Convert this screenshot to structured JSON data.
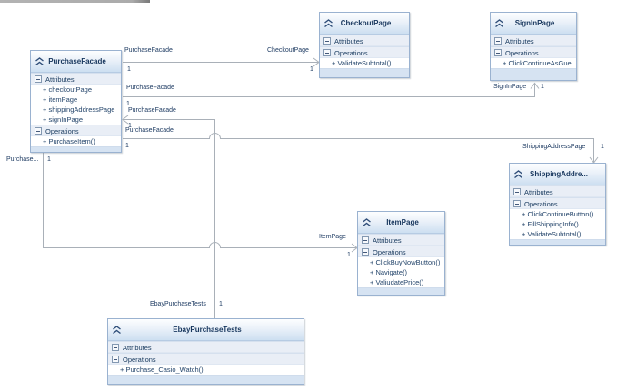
{
  "labels": {
    "attributes": "Attributes",
    "operations": "Operations"
  },
  "colors": {
    "box_border": "#9ab2d0",
    "header_fill": "#cddff1",
    "section_fill": "#e9eef6",
    "bottom_strip": "#d6e3f2",
    "connector": "#a9b0b8",
    "title_text": "#17365d",
    "member_text": "#24456b"
  },
  "classes": [
    {
      "name": "PurchaseFacade",
      "attributes": [
        "+ checkoutPage",
        "+ itemPage",
        "+ shippingAddressPage",
        "+ signInPage"
      ],
      "operations": [
        "+ PurchaseItem()"
      ]
    },
    {
      "name": "CheckoutPage",
      "attributes": [],
      "operations": [
        "+ ValidateSubtotal()"
      ]
    },
    {
      "name": "SignInPage",
      "attributes": [],
      "operations": [
        "+ ClickContinueAsGue..."
      ]
    },
    {
      "name": "ShippingAddre...",
      "attributes": [],
      "operations": [
        "+ ClickContinueButton()",
        "+ FillShippingInfo()",
        "+ ValidateSubtotal()"
      ]
    },
    {
      "name": "ItemPage",
      "attributes": [],
      "operations": [
        "+ ClickBuyNowButton()",
        "+ Navigate()",
        "+ ValiudatePrice()"
      ]
    },
    {
      "name": "EbayPurchaseTests",
      "attributes": [],
      "operations": [
        "+ Purchase_Casio_Watch()"
      ]
    }
  ],
  "connector_labels": [
    {
      "text": "PurchaseFacade"
    },
    {
      "text": "CheckoutPage"
    },
    {
      "text": "1"
    },
    {
      "text": "1"
    },
    {
      "text": "PurchaseFacade"
    },
    {
      "text": "1"
    },
    {
      "text": "SignInPage"
    },
    {
      "text": "1"
    },
    {
      "text": "PurchaseFacade"
    },
    {
      "text": "1"
    },
    {
      "text": "PurchaseFacade"
    },
    {
      "text": "1"
    },
    {
      "text": "ShippingAddressPage"
    },
    {
      "text": "1"
    },
    {
      "text": "Purchase..."
    },
    {
      "text": "1"
    },
    {
      "text": "ItemPage"
    },
    {
      "text": "1"
    },
    {
      "text": "EbayPurchaseTests"
    },
    {
      "text": "1"
    }
  ]
}
